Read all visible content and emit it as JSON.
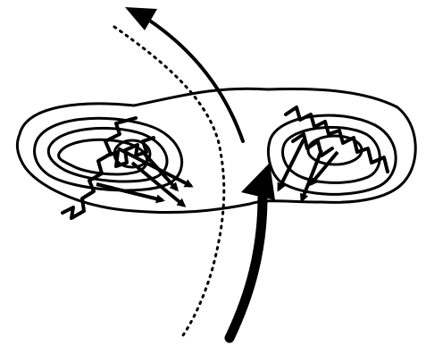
{
  "diagram": {
    "colors": {
      "ink": "#000000",
      "background": "#ffffff"
    },
    "elements": [
      "outer-contour",
      "left-contours",
      "right-contours",
      "dotted-boundary-line",
      "thin-upper-arrow",
      "thick-lower-arrow",
      "left-zigzag-arrows",
      "right-zigzag-arrows"
    ]
  }
}
